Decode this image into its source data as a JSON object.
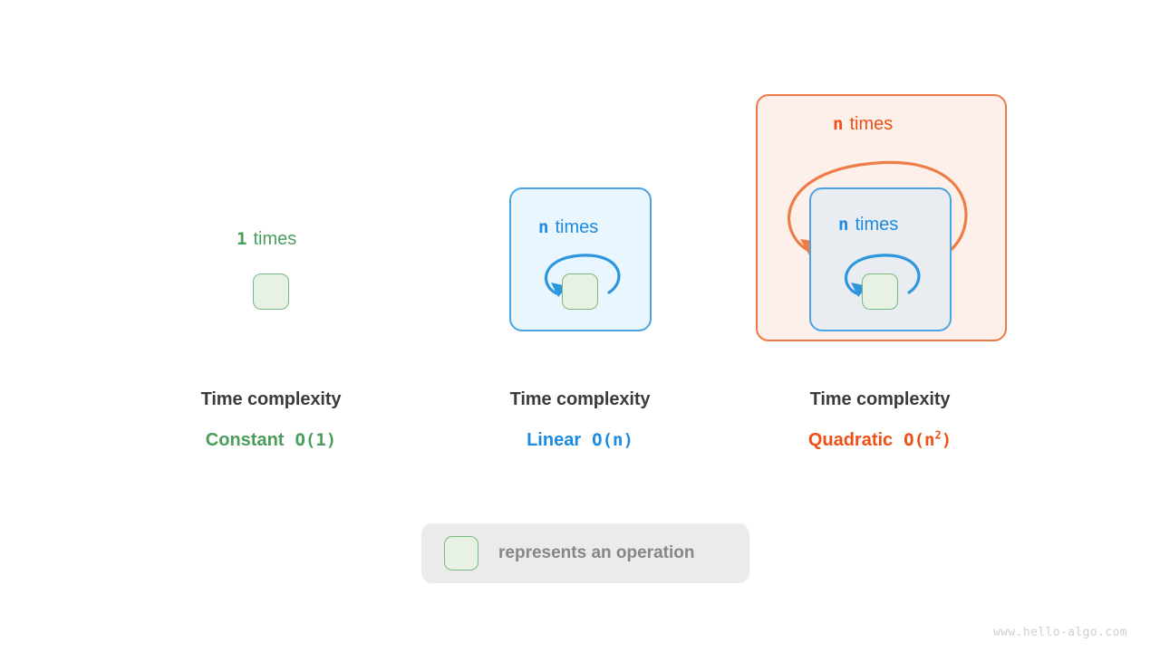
{
  "colors": {
    "green": "#4a9e5c",
    "blue": "#1b8ae0",
    "orange": "#ef4e15",
    "box_blue_border": "#4ba3e3",
    "box_blue_fill": "#eaf6fd",
    "box_orange_border": "#ec7a45",
    "box_orange_fill": "#fdf0ea",
    "op_square_border": "#7cb881",
    "op_square_fill": "#e7f1e4",
    "caption_title": "#3b3b3b",
    "legend_bg": "#ebebeb",
    "legend_text": "#868686",
    "watermark": "#cfcfcf"
  },
  "columns": [
    {
      "id": "constant",
      "loop_count": "1",
      "loop_word": "times",
      "caption_title": "Time complexity",
      "complexity_name": "Constant",
      "complexity_notation": "O(1)",
      "accent": "#4a9e5c"
    },
    {
      "id": "linear",
      "loop_count": "n",
      "loop_word": "times",
      "caption_title": "Time complexity",
      "complexity_name": "Linear",
      "complexity_notation": "O(n)",
      "accent": "#1b8ae0"
    },
    {
      "id": "quadratic",
      "outer_loop_count": "n",
      "outer_loop_word": "times",
      "inner_loop_count": "n",
      "inner_loop_word": "times",
      "caption_title": "Time complexity",
      "complexity_name": "Quadratic",
      "complexity_notation_base": "O(n",
      "complexity_notation_exp": "2",
      "complexity_notation_close": ")",
      "accent": "#ef4e15"
    }
  ],
  "legend": {
    "text": "represents an operation",
    "swatch_name": "operation-square"
  },
  "watermark": {
    "text": "www.hello-algo.com"
  }
}
